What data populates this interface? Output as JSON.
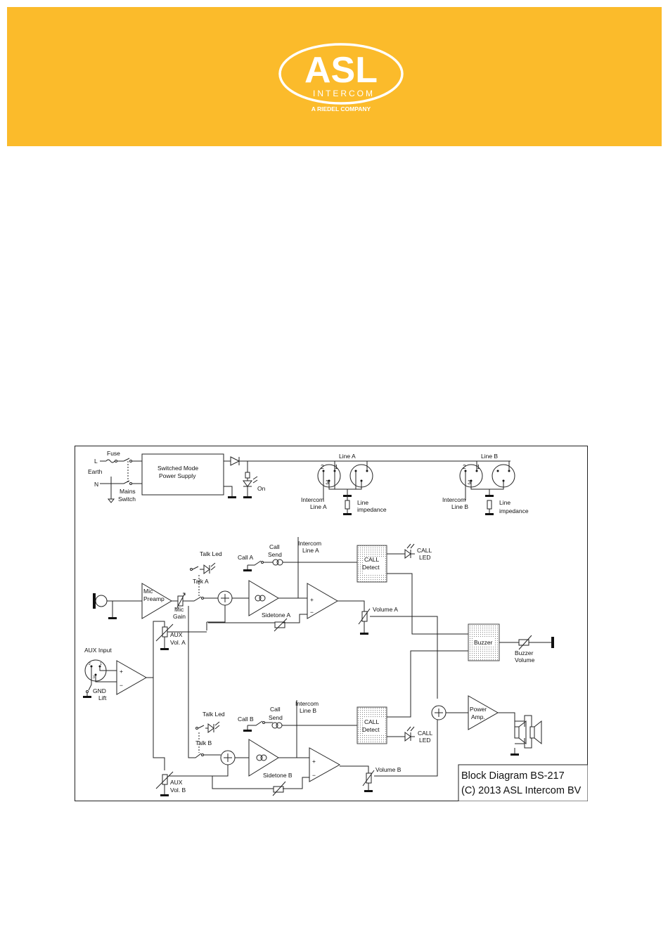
{
  "brand": {
    "name": "ASL",
    "sub": "INTERCOM",
    "tagline": "A RIEDEL COMPANY",
    "color_header": "#fbbb2b",
    "color_logo": "#ffffff"
  },
  "diagram": {
    "title_line1": "Block Diagram BS-217",
    "title_line2": "(C) 2013 ASL Intercom BV",
    "labels": {
      "fuse": "Fuse",
      "l": "L",
      "earth": "Earth",
      "n": "N",
      "mains1": "Mains",
      "mains2": "Switch",
      "psu1": "Switched Mode",
      "psu2": "Power Supply",
      "on": "On",
      "line_a": "Line A",
      "line_b": "Line B",
      "intercom": "Intercom",
      "line_a_small": "Line A",
      "line_b_small": "Line B",
      "line": "Line",
      "impedance": "impedance",
      "call_a": "Call A",
      "call_b": "Call B",
      "call": "Call",
      "send": "Send",
      "talk_led": "Talk Led",
      "talk_a": "Talk A",
      "talk_b": "Talk B",
      "mic": "Mic",
      "preamp": "Preamp",
      "gain": "Gain",
      "aux": "AUX",
      "vol_a": "Vol. A",
      "vol_b": "Vol. B",
      "aux_input": "AUX Input",
      "gnd": "GND",
      "lift": "Lift",
      "sidetone_a": "Sidetone A",
      "sidetone_b": "Sidetone B",
      "call_caps": "CALL",
      "detect": "Detect",
      "led": "LED",
      "volume_a": "Volume A",
      "volume_b": "Volume B",
      "buzzer": "Buzzer",
      "volume": "Volume",
      "power": "Power",
      "amp": "Amp.",
      "pin1": "1",
      "pin2": "2",
      "pin3": "3",
      "plus": "+",
      "minus": "−"
    }
  }
}
